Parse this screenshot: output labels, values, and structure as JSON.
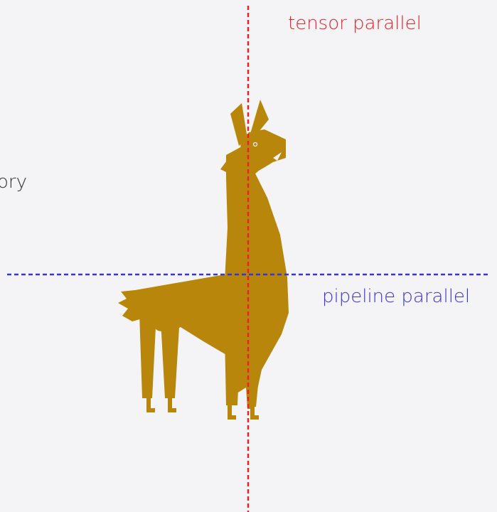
{
  "labels": {
    "tensor_parallel": "tensor parallel",
    "pipeline_parallel": "pipeline parallel",
    "left_fragment": "ory"
  },
  "colors": {
    "background": "#f4f4f6",
    "llama": "#b8860b",
    "tensor_line": "#e8232a",
    "pipeline_line": "#3b35d6"
  }
}
